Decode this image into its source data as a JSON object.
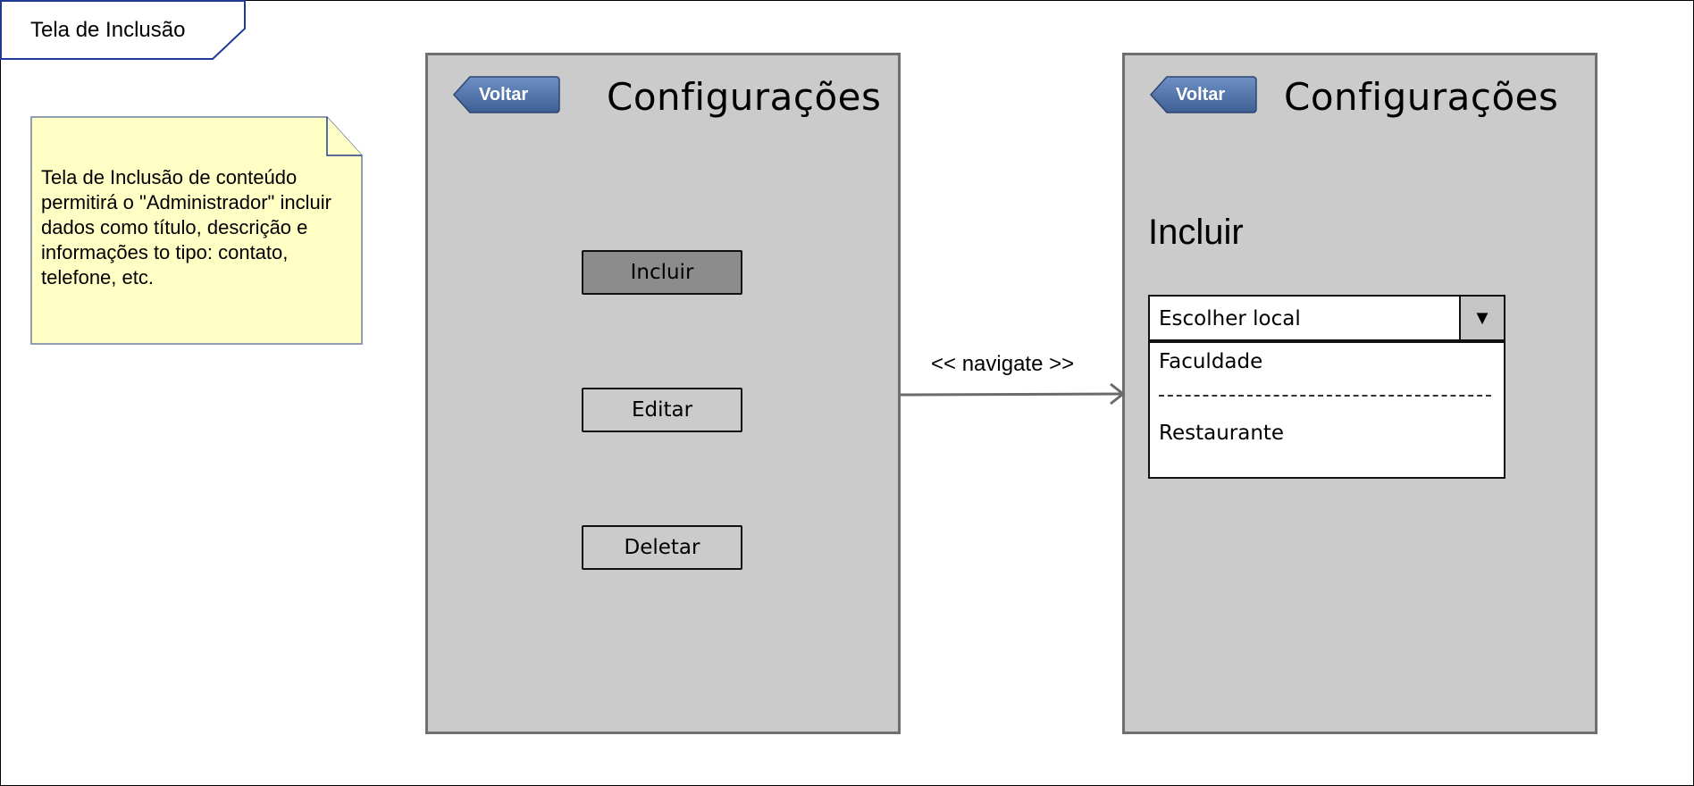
{
  "diagram": {
    "title": "Tela de Inclusão",
    "note": "Tela de Inclusão de conteúdo permitirá o \"Administrador\" incluir dados como título, descrição e informações to tipo: contato, telefone, etc.",
    "connector_label": "<< navigate >>"
  },
  "screen_left": {
    "back_label": "Voltar",
    "title": "Configurações",
    "buttons": [
      {
        "label": "Incluir",
        "selected": true
      },
      {
        "label": "Editar",
        "selected": false
      },
      {
        "label": "Deletar",
        "selected": false
      }
    ]
  },
  "screen_right": {
    "back_label": "Voltar",
    "title": "Configurações",
    "section_title": "Incluir",
    "select_value": "Escolher local",
    "options": [
      "Faculdade",
      "Restaurante"
    ]
  },
  "colors": {
    "screen_bg": "#cbcbcb",
    "note_bg": "#ffffc5",
    "back_button": "#4a6fa5",
    "selected_button": "#8c8c8c",
    "tab_border": "#1f3a93"
  },
  "icons": {
    "select_toggle": "triangle-down-icon",
    "back": "back-arrow-button-icon"
  }
}
